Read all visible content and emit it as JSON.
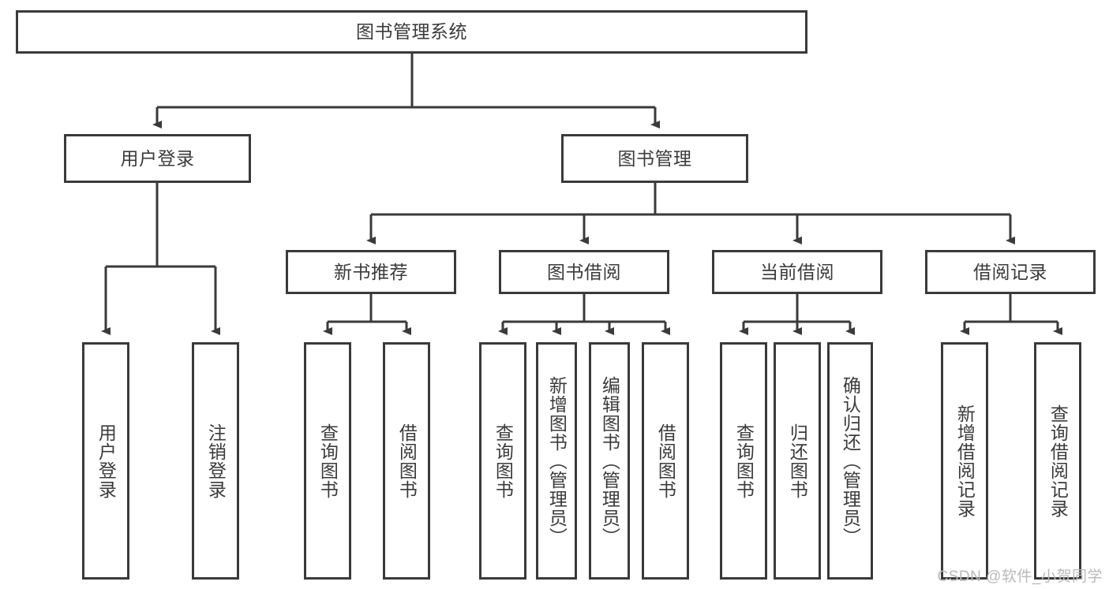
{
  "diagram": {
    "title": "图书管理系统",
    "watermark": "CSDN @软件_小贺同学",
    "colors": {
      "border": "#3a3a3a",
      "text": "#3b3b3b",
      "background": "#ffffff",
      "watermark": "#b9b9b9"
    },
    "root": {
      "label": "图书管理系统"
    },
    "level2": [
      {
        "label": "用户登录"
      },
      {
        "label": "图书管理"
      }
    ],
    "level3": [
      {
        "label": "新书推荐"
      },
      {
        "label": "图书借阅"
      },
      {
        "label": "当前借阅"
      },
      {
        "label": "借阅记录"
      }
    ],
    "leaves": {
      "user_login": [
        {
          "label": "用户登录"
        },
        {
          "label": "注销登录"
        }
      ],
      "new_book_recommend": [
        {
          "label": "查询图书"
        },
        {
          "label": "借阅图书"
        }
      ],
      "book_borrow": [
        {
          "label": "查询图书"
        },
        {
          "label": "新增图书（管理员）"
        },
        {
          "label": "编辑图书（管理员）"
        },
        {
          "label": "借阅图书"
        }
      ],
      "current_borrow": [
        {
          "label": "查询图书"
        },
        {
          "label": "归还图书"
        },
        {
          "label": "确认归还（管理员）"
        }
      ],
      "borrow_record": [
        {
          "label": "新增借阅记录"
        },
        {
          "label": "查询借阅记录"
        }
      ]
    }
  }
}
